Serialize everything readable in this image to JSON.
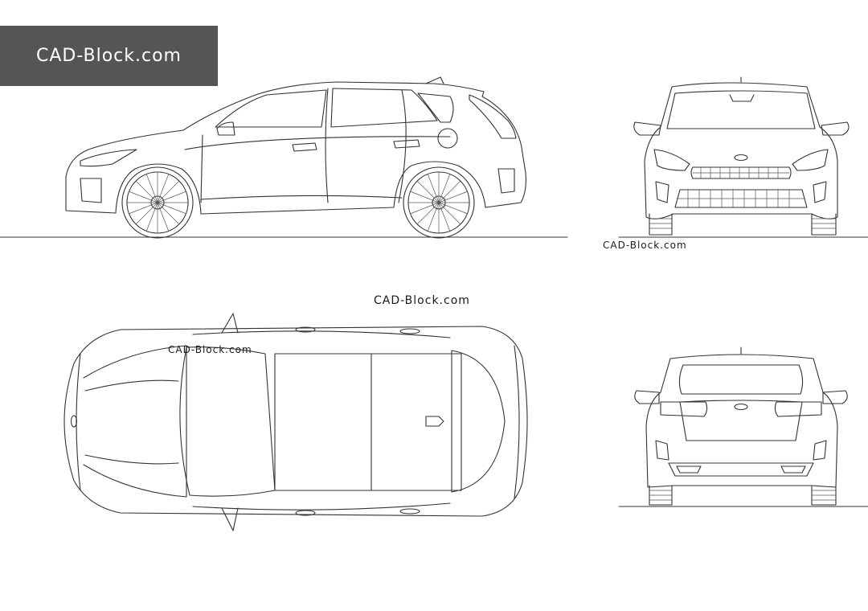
{
  "brand": {
    "logo_text": "CAD-Block.com",
    "logo_bg": "#555555",
    "logo_fg": "#ffffff"
  },
  "watermarks": {
    "front": "CAD-Block.com",
    "middle": "CAD-Block.com",
    "top": "CAD-Block.com"
  },
  "views": [
    "side-view",
    "front-view",
    "top-view",
    "rear-view"
  ],
  "line_color": "#333333"
}
